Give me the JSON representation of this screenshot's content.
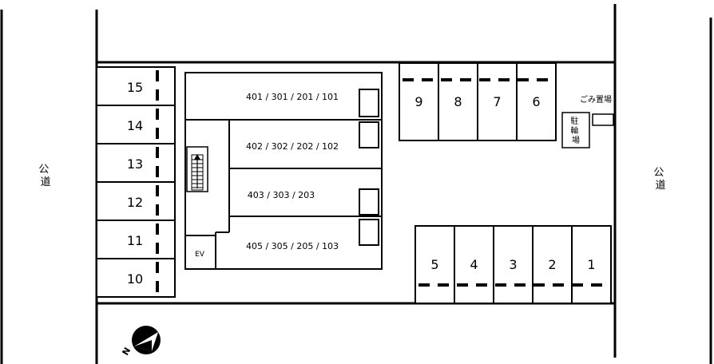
{
  "road_left": "公道",
  "road_right": "公道",
  "parking_left": [
    {
      "label": "15"
    },
    {
      "label": "14"
    },
    {
      "label": "13"
    },
    {
      "label": "12"
    },
    {
      "label": "11"
    },
    {
      "label": "10"
    }
  ],
  "parking_top": [
    {
      "label": "9"
    },
    {
      "label": "8"
    },
    {
      "label": "7"
    },
    {
      "label": "6"
    }
  ],
  "parking_bottom": [
    {
      "label": "5"
    },
    {
      "label": "4"
    },
    {
      "label": "3"
    },
    {
      "label": "2"
    },
    {
      "label": "1"
    }
  ],
  "units": [
    {
      "label": "401 / 301 / 201 / 101"
    },
    {
      "label": "402 / 302 / 202 / 102"
    },
    {
      "label": "403 / 303 / 203"
    },
    {
      "label": "405 / 305 / 205 / 103"
    }
  ],
  "elevator": "EV",
  "bicycle_parking": "駐輪場",
  "garbage": "ごみ置場",
  "compass": "N"
}
